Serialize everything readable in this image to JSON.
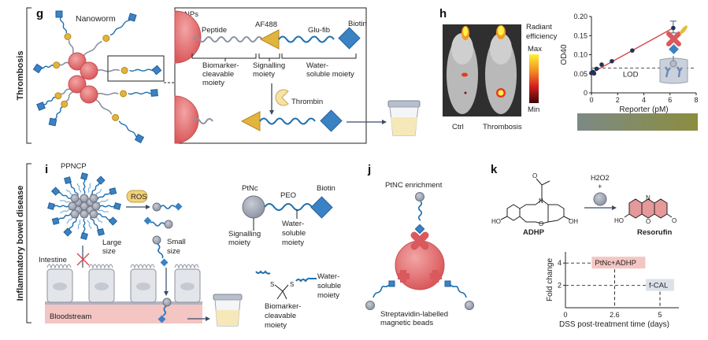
{
  "sections": {
    "thrombosis": "Thrombosis",
    "ibd": "Inflammatory bowel disease"
  },
  "panel_g": {
    "letter": "g",
    "nanoworm": "Nanoworm",
    "ionps": "IONPs",
    "peptide": "Peptide",
    "af488": "AF488",
    "glufib": "Glu-fib",
    "biotin": "Biotin",
    "biomarker_cleavable": [
      "Biomarker-",
      "cleavable",
      "moiety"
    ],
    "signalling": [
      "Signalling",
      "moiety"
    ],
    "water_soluble": [
      "Water-",
      "soluble moiety"
    ],
    "thrombin": "Thrombin"
  },
  "panel_h": {
    "letter": "h",
    "radiant": [
      "Radiant",
      "efficiency"
    ],
    "max": "Max",
    "min": "Min",
    "ctrl": "Ctrl",
    "thrombosis": "Thrombosis"
  },
  "panel_i": {
    "letter": "i",
    "ppncp": "PPNCP",
    "ros": "ROS",
    "large_size": [
      "Large",
      "size"
    ],
    "small_size": [
      "Small",
      "size"
    ],
    "intestine": "Intestine",
    "bloodstream": "Bloodstream",
    "ptnc": "PtNc",
    "peo": "PEO",
    "biotin": "Biotin",
    "signalling": [
      "Signalling",
      "moiety"
    ],
    "water_soluble": [
      "Water-",
      "soluble",
      "moiety"
    ],
    "water_soluble_2": [
      "Water-",
      "soluble",
      "moiety"
    ],
    "biomarker_cleavable": [
      "Biomarker-",
      "cleavable",
      "moiety"
    ],
    "sulfur": "S"
  },
  "panel_j": {
    "letter": "j",
    "enrichment": "PtNC enrichment",
    "beads": [
      "Streptavidin-labelled",
      "magnetic beads"
    ]
  },
  "panel_k": {
    "letter": "k",
    "reagent": "H2O2",
    "plus": "+",
    "adhp": "ADHP",
    "resorufin": "Resorufin",
    "ho": "HO",
    "oh": "OH",
    "n": "N",
    "o": "O"
  },
  "chart_data": [
    {
      "type": "scatter",
      "title": "",
      "xlabel": "Reporter (pM)",
      "ylabel": "OD40",
      "xlim": [
        0,
        8
      ],
      "ylim": [
        0,
        0.2
      ],
      "xticks": [
        "0",
        "2",
        "4",
        "6",
        "8"
      ],
      "yticks": [
        "0",
        "0.05",
        "0.10",
        "0.15",
        "0.20"
      ],
      "x": [
        0.0,
        0.05,
        0.1,
        0.2,
        0.39,
        0.78,
        1.56,
        3.12,
        6.25
      ],
      "y": [
        0.052,
        0.053,
        0.055,
        0.051,
        0.063,
        0.074,
        0.083,
        0.111,
        0.17
      ],
      "error_top": {
        "x": 6.25,
        "low": 0.157,
        "high": 0.188
      },
      "fit_line": {
        "x": [
          0,
          6.25
        ],
        "y": [
          0.052,
          0.17
        ]
      },
      "lod": {
        "label": "LOD",
        "value": 0.065
      },
      "series_color": "#1f3355",
      "fit_color": "#d9474a"
    },
    {
      "type": "bar",
      "title": "",
      "xlabel": "DSS post-treatment time (days)",
      "ylabel": "Fold change",
      "xticks": [
        "0",
        "2.6",
        "5"
      ],
      "yticks": [
        "2",
        "4"
      ],
      "series": [
        {
          "name": "PtNc+ADHP",
          "x": 2.6,
          "y": 4,
          "color": "#f4c6c3"
        },
        {
          "name": "f-CAL",
          "x": 5,
          "y": 2,
          "color": "#dde2ea"
        }
      ]
    }
  ]
}
